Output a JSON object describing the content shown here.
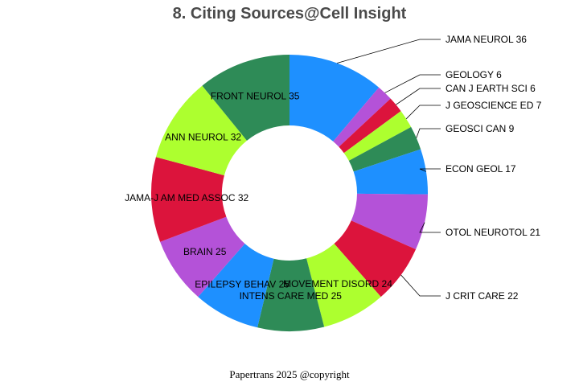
{
  "chart_data": {
    "type": "pie",
    "title": "8. Citing Sources@Cell Insight",
    "hole": true,
    "start_angle_deg": 0,
    "direction": "clockwise",
    "slices": [
      {
        "label": "JAMA NEUROL",
        "value": 36,
        "color": "#1E90FF",
        "text": "JAMA NEUROL 36",
        "label_pos": "outside"
      },
      {
        "label": "GEOLOGY",
        "value": 6,
        "color": "#B452D8",
        "text": "GEOLOGY 6",
        "label_pos": "outside"
      },
      {
        "label": "CAN J EARTH SCI",
        "value": 6,
        "color": "#DC143C",
        "text": "CAN J EARTH SCI 6",
        "label_pos": "outside"
      },
      {
        "label": "J GEOSCIENCE ED",
        "value": 7,
        "color": "#ADFF2F",
        "text": "J GEOSCIENCE ED 7",
        "label_pos": "outside"
      },
      {
        "label": "GEOSCI CAN",
        "value": 9,
        "color": "#2E8B57",
        "text": "GEOSCI CAN 9",
        "label_pos": "outside"
      },
      {
        "label": "ECON GEOL",
        "value": 17,
        "color": "#1E90FF",
        "text": "ECON GEOL 17",
        "label_pos": "outside"
      },
      {
        "label": "OTOL NEUROTOL",
        "value": 21,
        "color": "#B452D8",
        "text": "OTOL NEUROTOL 21",
        "label_pos": "outside"
      },
      {
        "label": "J CRIT CARE",
        "value": 22,
        "color": "#DC143C",
        "text": "J CRIT CARE 22",
        "label_pos": "outside"
      },
      {
        "label": "MOVEMENT DISORD",
        "value": 24,
        "color": "#ADFF2F",
        "text": "MOVEMENT DISORD 24",
        "label_pos": "inside"
      },
      {
        "label": "INTENS CARE MED",
        "value": 25,
        "color": "#2E8B57",
        "text": "INTENS CARE MED 25",
        "label_pos": "inside"
      },
      {
        "label": "EPILEPSY BEHAV",
        "value": 25,
        "color": "#1E90FF",
        "text": "EPILEPSY BEHAV 25",
        "label_pos": "inside"
      },
      {
        "label": "BRAIN",
        "value": 25,
        "color": "#B452D8",
        "text": "BRAIN 25",
        "label_pos": "inside"
      },
      {
        "label": "JAMA-J AM MED ASSOC",
        "value": 32,
        "color": "#DC143C",
        "text": "JAMA-J AM MED ASSOC 32",
        "label_pos": "inside"
      },
      {
        "label": "ANN NEUROL",
        "value": 32,
        "color": "#ADFF2F",
        "text": "ANN NEUROL 32",
        "label_pos": "inside"
      },
      {
        "label": "FRONT NEUROL",
        "value": 35,
        "color": "#2E8B57",
        "text": "FRONT NEUROL 35",
        "label_pos": "inside"
      }
    ]
  },
  "footer": "Papertrans 2025 @copyright"
}
